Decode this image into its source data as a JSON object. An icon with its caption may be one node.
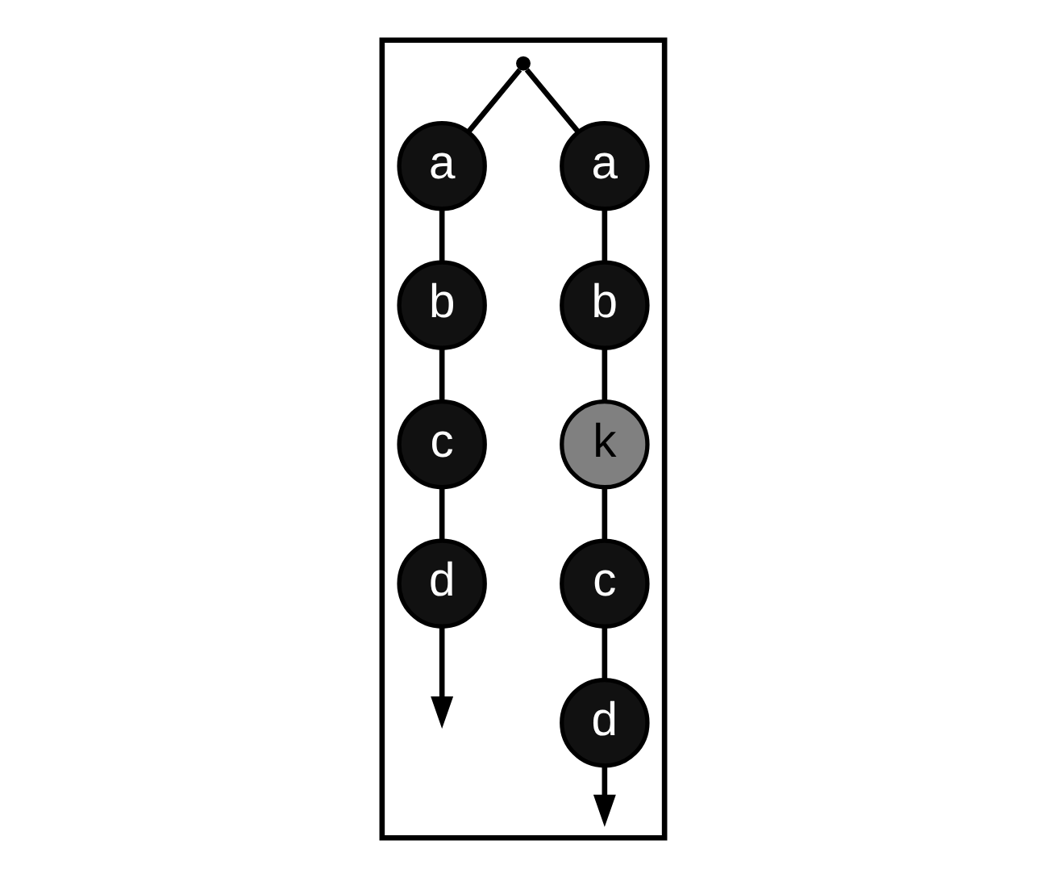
{
  "diagram": {
    "nodes": [
      {
        "text": [],
        "shape": "triangle"
      },
      {
        "text": [],
        "shape": "point",
        "in": 0
      },
      {
        "text": [
          "a"
        ],
        "in": 0
      },
      {
        "text": [
          "b"
        ],
        "in": 0
      },
      {
        "text": [
          "c"
        ],
        "in": 0
      },
      {
        "text": [
          "d"
        ],
        "in": 0
      },
      {
        "text": [
          "a"
        ],
        "in": 0
      },
      {
        "text": [
          "b"
        ],
        "in": 0
      },
      {
        "text": [
          "k"
        ],
        "in": 0
      },
      {
        "text": [
          "c"
        ],
        "in": 0
      },
      {
        "text": [
          "d"
        ],
        "in": 0
      }
    ],
    "edges": [
      {
        "from": 1,
        "to": 2,
        "arrow": "none"
      },
      {
        "from": 1,
        "to": 6,
        "arrow": "none"
      },
      {
        "from": 2,
        "to": 3,
        "arrow": "none"
      },
      {
        "from": 3,
        "to": 4,
        "arrow": "none"
      },
      {
        "from": 4,
        "to": 5,
        "arrow": "none"
      },
      {
        "from": 5,
        "to": null,
        "arrow": "to"
      },
      {
        "from": 6,
        "to": 7,
        "arrow": "none"
      },
      {
        "from": 7,
        "to": 8,
        "arrow": "none"
      },
      {
        "from": 8,
        "to": 9,
        "arrow": "none"
      },
      {
        "from": 9,
        "to": 10,
        "arrow": "none"
      },
      {
        "from": 10,
        "to": null,
        "arrow": "to"
      }
    ]
  }
}
